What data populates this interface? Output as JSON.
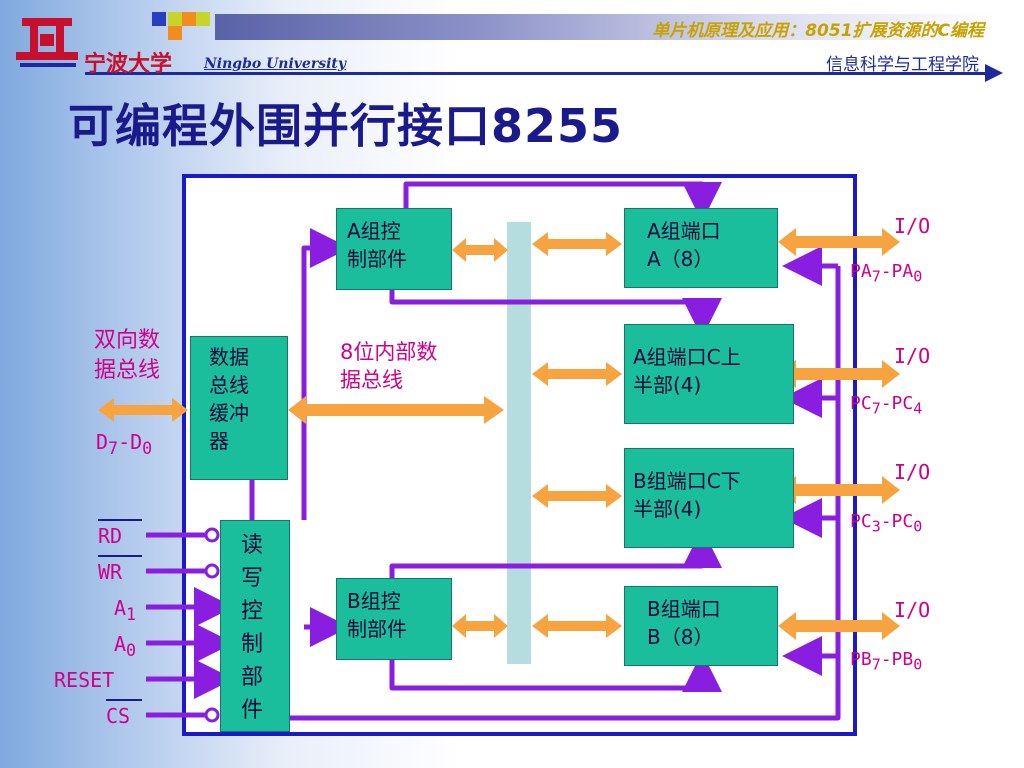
{
  "header": {
    "logo_text": "宁波大学",
    "logo_en": "Ningbo University",
    "course_title": "单片机原理及应用：8051扩展资源的C编程",
    "school": "信息科学与工程学院"
  },
  "title": "可编程外围并行接口8255",
  "diagram": {
    "a_group_control": [
      "A组控",
      "制部件"
    ],
    "b_group_control": [
      "B组控",
      "制部件"
    ],
    "port_a": [
      "A组端口",
      "A（8）"
    ],
    "port_c_upper": [
      "A组端口C上",
      "半部(4)"
    ],
    "port_c_lower": [
      "B组端口C下",
      "半部(4)"
    ],
    "port_b": [
      "B组端口",
      "B（8）"
    ],
    "data_bus_buffer": [
      "数据",
      "总线",
      "缓冲",
      "器"
    ],
    "rw_control": [
      "读",
      "写",
      "控",
      "制",
      "部",
      "件"
    ],
    "internal_bus_label": [
      "8位内部数",
      "据总线"
    ],
    "bidir_bus_label": [
      "双向数",
      "据总线"
    ],
    "d_bus": {
      "base": "D",
      "sub1": "7",
      "mid": "-D",
      "sub2": "0"
    },
    "pins": [
      "RD",
      "WR",
      "A",
      "A",
      "RESET",
      "CS"
    ],
    "pin_subs": [
      "",
      "",
      "1",
      "0",
      "",
      ""
    ],
    "io_label": "I/O",
    "pa": {
      "base": "PA",
      "sub1": "7",
      "mid": "-PA",
      "sub2": "0"
    },
    "pc_hi": {
      "base": "PC",
      "sub1": "7",
      "mid": "-PC",
      "sub2": "4"
    },
    "pc_lo": {
      "base": "PC",
      "sub1": "3",
      "mid": "-PC",
      "sub2": "0"
    },
    "pb": {
      "base": "PB",
      "sub1": "7",
      "mid": "-PB",
      "sub2": "0"
    }
  }
}
